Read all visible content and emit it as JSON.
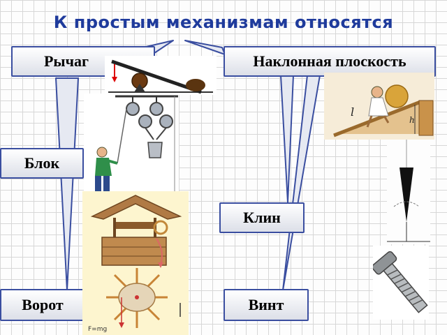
{
  "title": "К простым механизмам относятся",
  "labels": {
    "lever": "Рычаг",
    "inclined_plane": "Наклонная плоскость",
    "pulley": "Блок",
    "wedge": "Клин",
    "windlass": "Ворот",
    "screw": "Винт"
  },
  "incline_letters": {
    "l": "l",
    "h": "h"
  },
  "windlass_force": "F=mg"
}
